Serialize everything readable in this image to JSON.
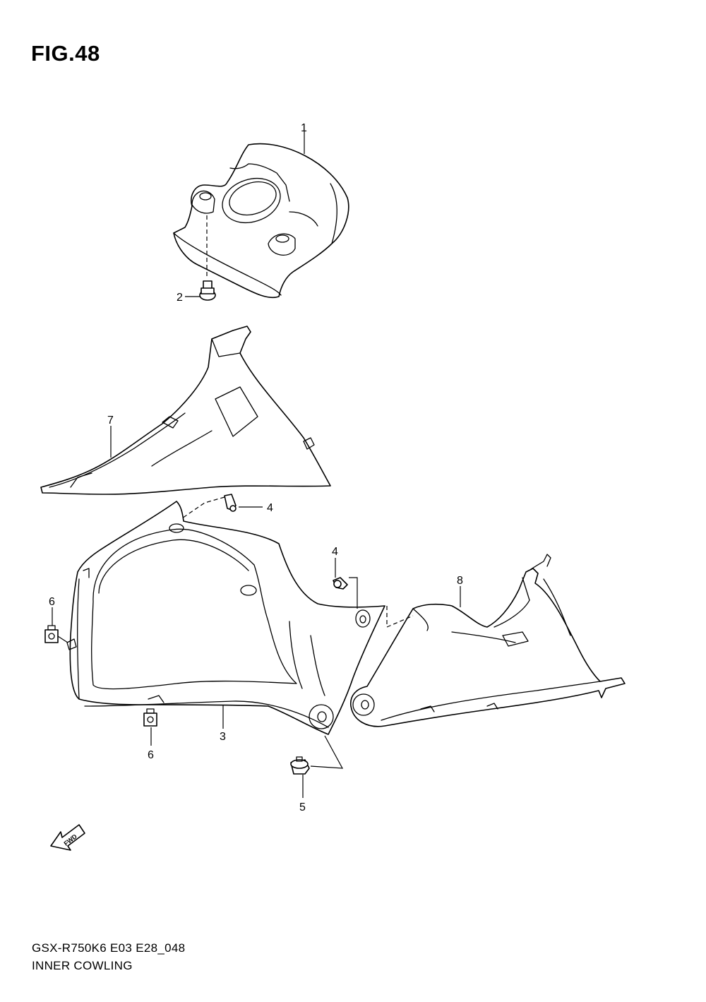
{
  "figure": {
    "title": "FIG.48",
    "model_code": "GSX-R750K6 E03 E28_048",
    "section_name": "INNER COWLING",
    "fwd_label": "FWD"
  },
  "callouts": [
    {
      "id": "1",
      "label": "1"
    },
    {
      "id": "2",
      "label": "2"
    },
    {
      "id": "7",
      "label": "7"
    },
    {
      "id": "4a",
      "label": "4"
    },
    {
      "id": "4b",
      "label": "4"
    },
    {
      "id": "8",
      "label": "8"
    },
    {
      "id": "6a",
      "label": "6"
    },
    {
      "id": "3",
      "label": "3"
    },
    {
      "id": "6b",
      "label": "6"
    },
    {
      "id": "5",
      "label": "5"
    }
  ],
  "parts": [
    {
      "no": "1",
      "icon": "inner-cover-panel"
    },
    {
      "no": "2",
      "icon": "bolt"
    },
    {
      "no": "3",
      "icon": "inner-cowling-left"
    },
    {
      "no": "4",
      "icon": "rivet-clip"
    },
    {
      "no": "5",
      "icon": "fastener-clip"
    },
    {
      "no": "6",
      "icon": "clip-nut"
    },
    {
      "no": "7",
      "icon": "inner-cowling-upper"
    },
    {
      "no": "8",
      "icon": "inner-cowling-right"
    }
  ]
}
